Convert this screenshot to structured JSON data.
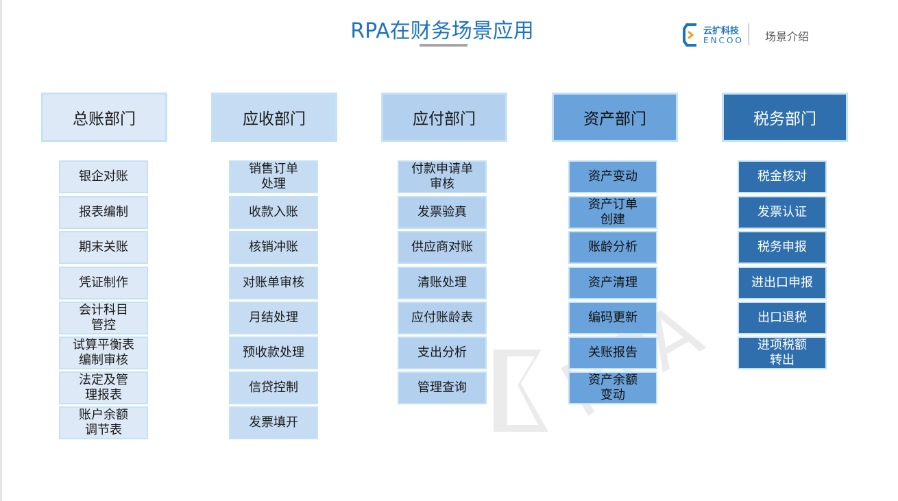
{
  "title": "RPA在财务场景应用",
  "brand": {
    "name_cn": "云扩科技",
    "name_en": "ENCOO",
    "section": "场景介绍"
  },
  "watermark": "RPA",
  "colors": {
    "accent": "#1e73be",
    "col1": "#dde9f6",
    "col2": "#c6dcf2",
    "col3": "#b3d0ee",
    "col4": "#6aa3db",
    "col5": "#2f6fae"
  },
  "columns": [
    {
      "title": "总账部门",
      "items": [
        "银企对账",
        "报表编制",
        "期末关账",
        "凭证制作",
        "会计科目\n管控",
        "试算平衡表\n编制审核",
        "法定及管\n理报表",
        "账户余额\n调节表"
      ]
    },
    {
      "title": "应收部门",
      "items": [
        "销售订单\n处理",
        "收款入账",
        "核销冲账",
        "对账单审核",
        "月结处理",
        "预收款处理",
        "信贷控制",
        "发票填开"
      ]
    },
    {
      "title": "应付部门",
      "items": [
        "付款申请单\n审核",
        "发票验真",
        "供应商对账",
        "清账处理",
        "应付账龄表",
        "支出分析",
        "管理查询"
      ]
    },
    {
      "title": "资产部门",
      "items": [
        "资产变动",
        "资产订单\n创建",
        "账龄分析",
        "资产清理",
        "编码更新",
        "关账报告",
        "资产余额\n变动"
      ]
    },
    {
      "title": "税务部门",
      "items": [
        "税金核对",
        "发票认证",
        "税务申报",
        "进出口申报",
        "出口退税",
        "进项税额\n转出"
      ]
    }
  ]
}
